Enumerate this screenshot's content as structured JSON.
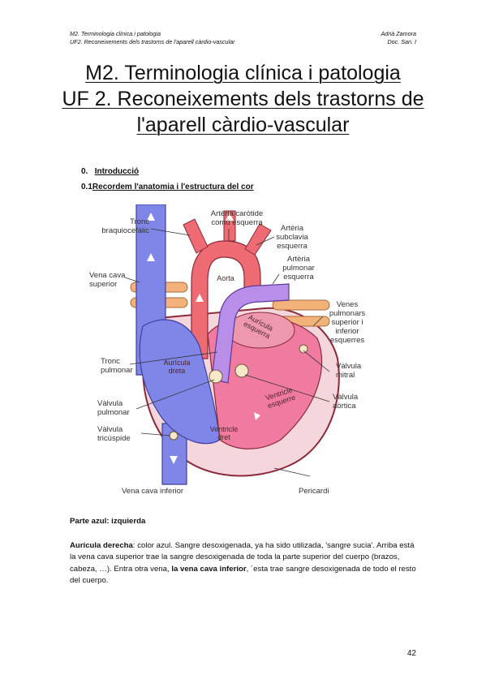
{
  "header": {
    "left_line1": "M2. Terminologia clínica i patologia",
    "left_line2": "UF2. Reconeixements dels trastorns de l'aparell càrdio-vascular",
    "right_line1": "Adrià Zamora",
    "right_line2": "Doc. San. I"
  },
  "title": {
    "line1": "M2. Terminologia clínica i patologia",
    "line2": "UF 2. Reconeixements dels trastorns de",
    "line3": "l'aparell càrdio-vascular"
  },
  "sections": {
    "s0_num": "0.",
    "s0_label": "Introducció",
    "s01_num": "0.1",
    "s01_label": "Recordem l'anatomia i l'estructura del cor"
  },
  "figure": {
    "labels": {
      "tronc_braq_1": "Tronc",
      "tronc_braq_2": "braquiocefàlic",
      "carotide_1": "Artèria caròtide",
      "carotide_2": "comú esquerra",
      "subclavia_1": "Artèria",
      "subclavia_2": "subclavia",
      "subclavia_3": "esquerra",
      "pulm_art_1": "Artèria",
      "pulm_art_2": "pulmonar",
      "pulm_art_3": "esquerra",
      "vena_sup_1": "Vena cava",
      "vena_sup_2": "superior",
      "aorta": "Aorta",
      "venes_pulm_1": "Venes",
      "venes_pulm_2": "pulmonars",
      "venes_pulm_3": "superior i",
      "venes_pulm_4": "inferior",
      "venes_pulm_5": "esquerres",
      "auricula_esq_1": "Aurícula",
      "auricula_esq_2": "esquerra",
      "tronc_pulm_1": "Tronc",
      "tronc_pulm_2": "pulmonar",
      "auricula_dreta_1": "Aurícula",
      "auricula_dreta_2": "dreta",
      "valv_mitral_1": "Vàlvula",
      "valv_mitral_2": "mitral",
      "valv_pulm_1": "Vàlvula",
      "valv_pulm_2": "pulmonar",
      "ventricle_esq_1": "Ventricle",
      "ventricle_esq_2": "esquerre",
      "valv_aortica_1": "Vàlvula",
      "valv_aortica_2": "aòrtica",
      "valv_tric_1": "Vàlvula",
      "valv_tric_2": "tricúspide",
      "ventricle_dret_1": "Ventricle",
      "ventricle_dret_2": "dret",
      "vena_inf": "Vena cava inferior",
      "pericardi": "Pericardi"
    }
  },
  "body": {
    "subheading": "Parte azul: izquierda",
    "p_bold1": "Aurícula derecha",
    "p_t1": ": color azul. Sangre desoxigenada, ya ha sido utilizada, 'sangre sucia'. Arriba está la vena cava superior trae la sangre desoxigenada de toda la parte superior del cuerpo (brazos, cabeza, …). Entra otra vena, ",
    "p_bold2": "la vena cava inferior",
    "p_t2": ", ´esta trae sangre desoxigenada de todo el resto del cuerpo."
  },
  "page_number": "42",
  "colors": {
    "deoxygenated_blue": "#7f86e8",
    "oxygenated_red": "#ee6b73",
    "heart_pink": "#f07aa0",
    "pulmonary_purple": "#b98ee8",
    "vein_orange": "#f2b27a"
  }
}
